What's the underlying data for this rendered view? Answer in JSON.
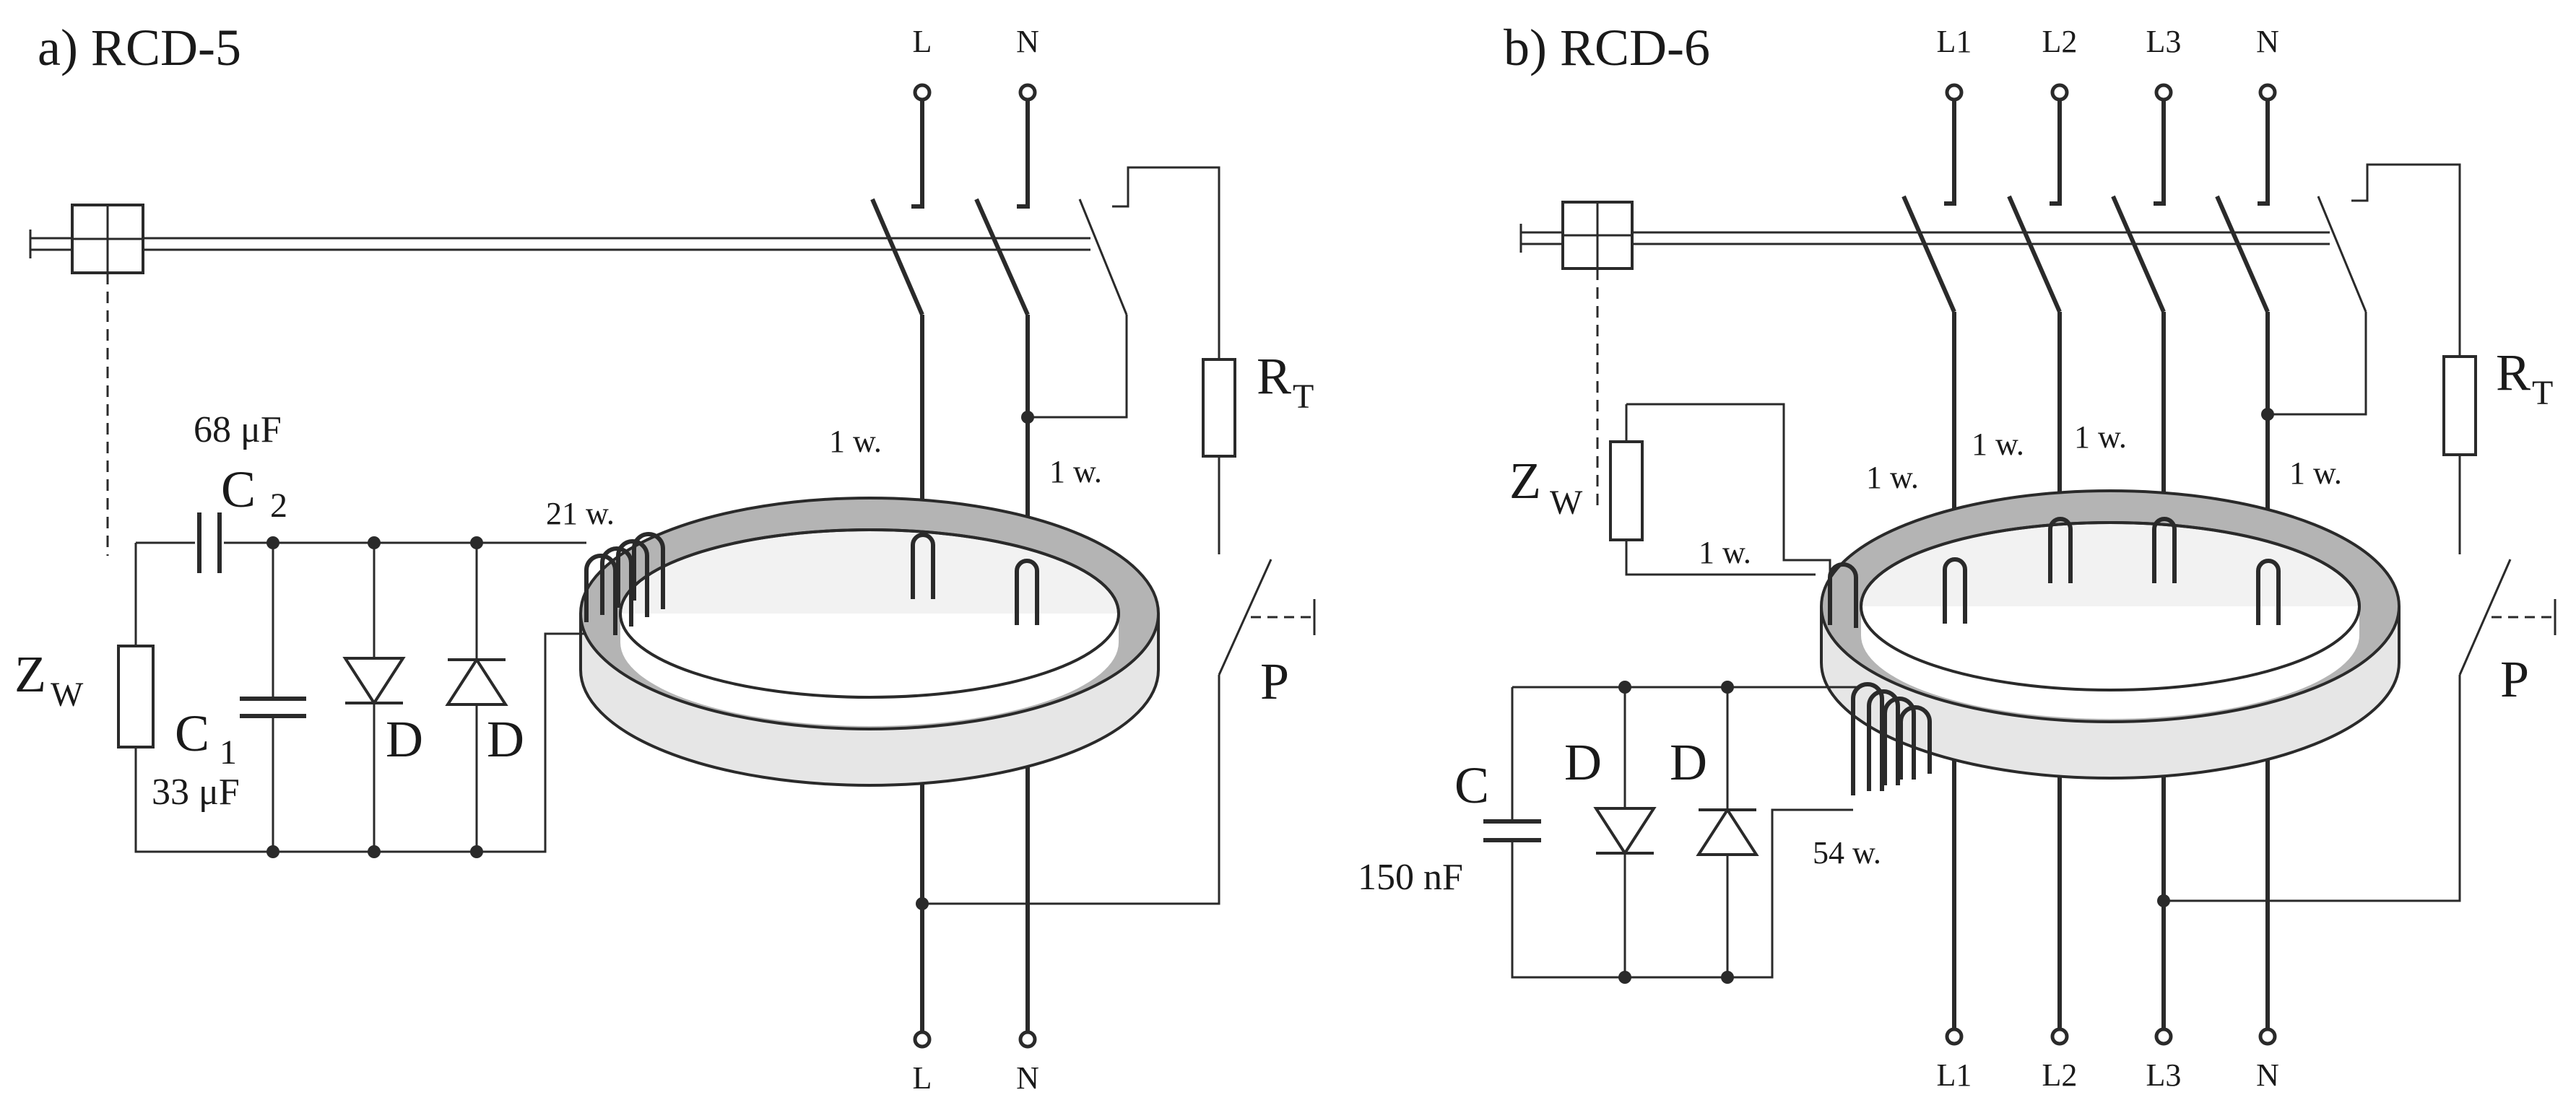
{
  "panel_a": {
    "title": "a) RCD-5",
    "top_labels": [
      "L",
      "N"
    ],
    "bottom_labels": [
      "L",
      "N"
    ],
    "rt_label": "R",
    "rt_sub": "T",
    "p_label": "P",
    "zw_label": "Z",
    "zw_sub": "W",
    "c2_value": "68 μF",
    "c2_label": "C",
    "c2_sub": "2",
    "c1_label": "C",
    "c1_sub": "1",
    "c1_value": "33 μF",
    "d1_label": "D",
    "d2_label": "D",
    "turns_sec": "21 w.",
    "turns_l": "1 w.",
    "turns_n": "1 w."
  },
  "panel_b": {
    "title": "b) RCD-6",
    "top_labels": [
      "L1",
      "L2",
      "L3",
      "N"
    ],
    "bottom_labels": [
      "L1",
      "L2",
      "L3",
      "N"
    ],
    "rt_label": "R",
    "rt_sub": "T",
    "p_label": "P",
    "zw_label": "Z",
    "zw_sub": "W",
    "c_label": "C",
    "c_value": "150 nF",
    "d1_label": "D",
    "d2_label": "D",
    "turns_zw": "1 w.",
    "turns_sec": "54 w.",
    "turns_l1": "1 w.",
    "turns_l2": "1 w.",
    "turns_l3": "1 w.",
    "turns_n": "1 w."
  }
}
